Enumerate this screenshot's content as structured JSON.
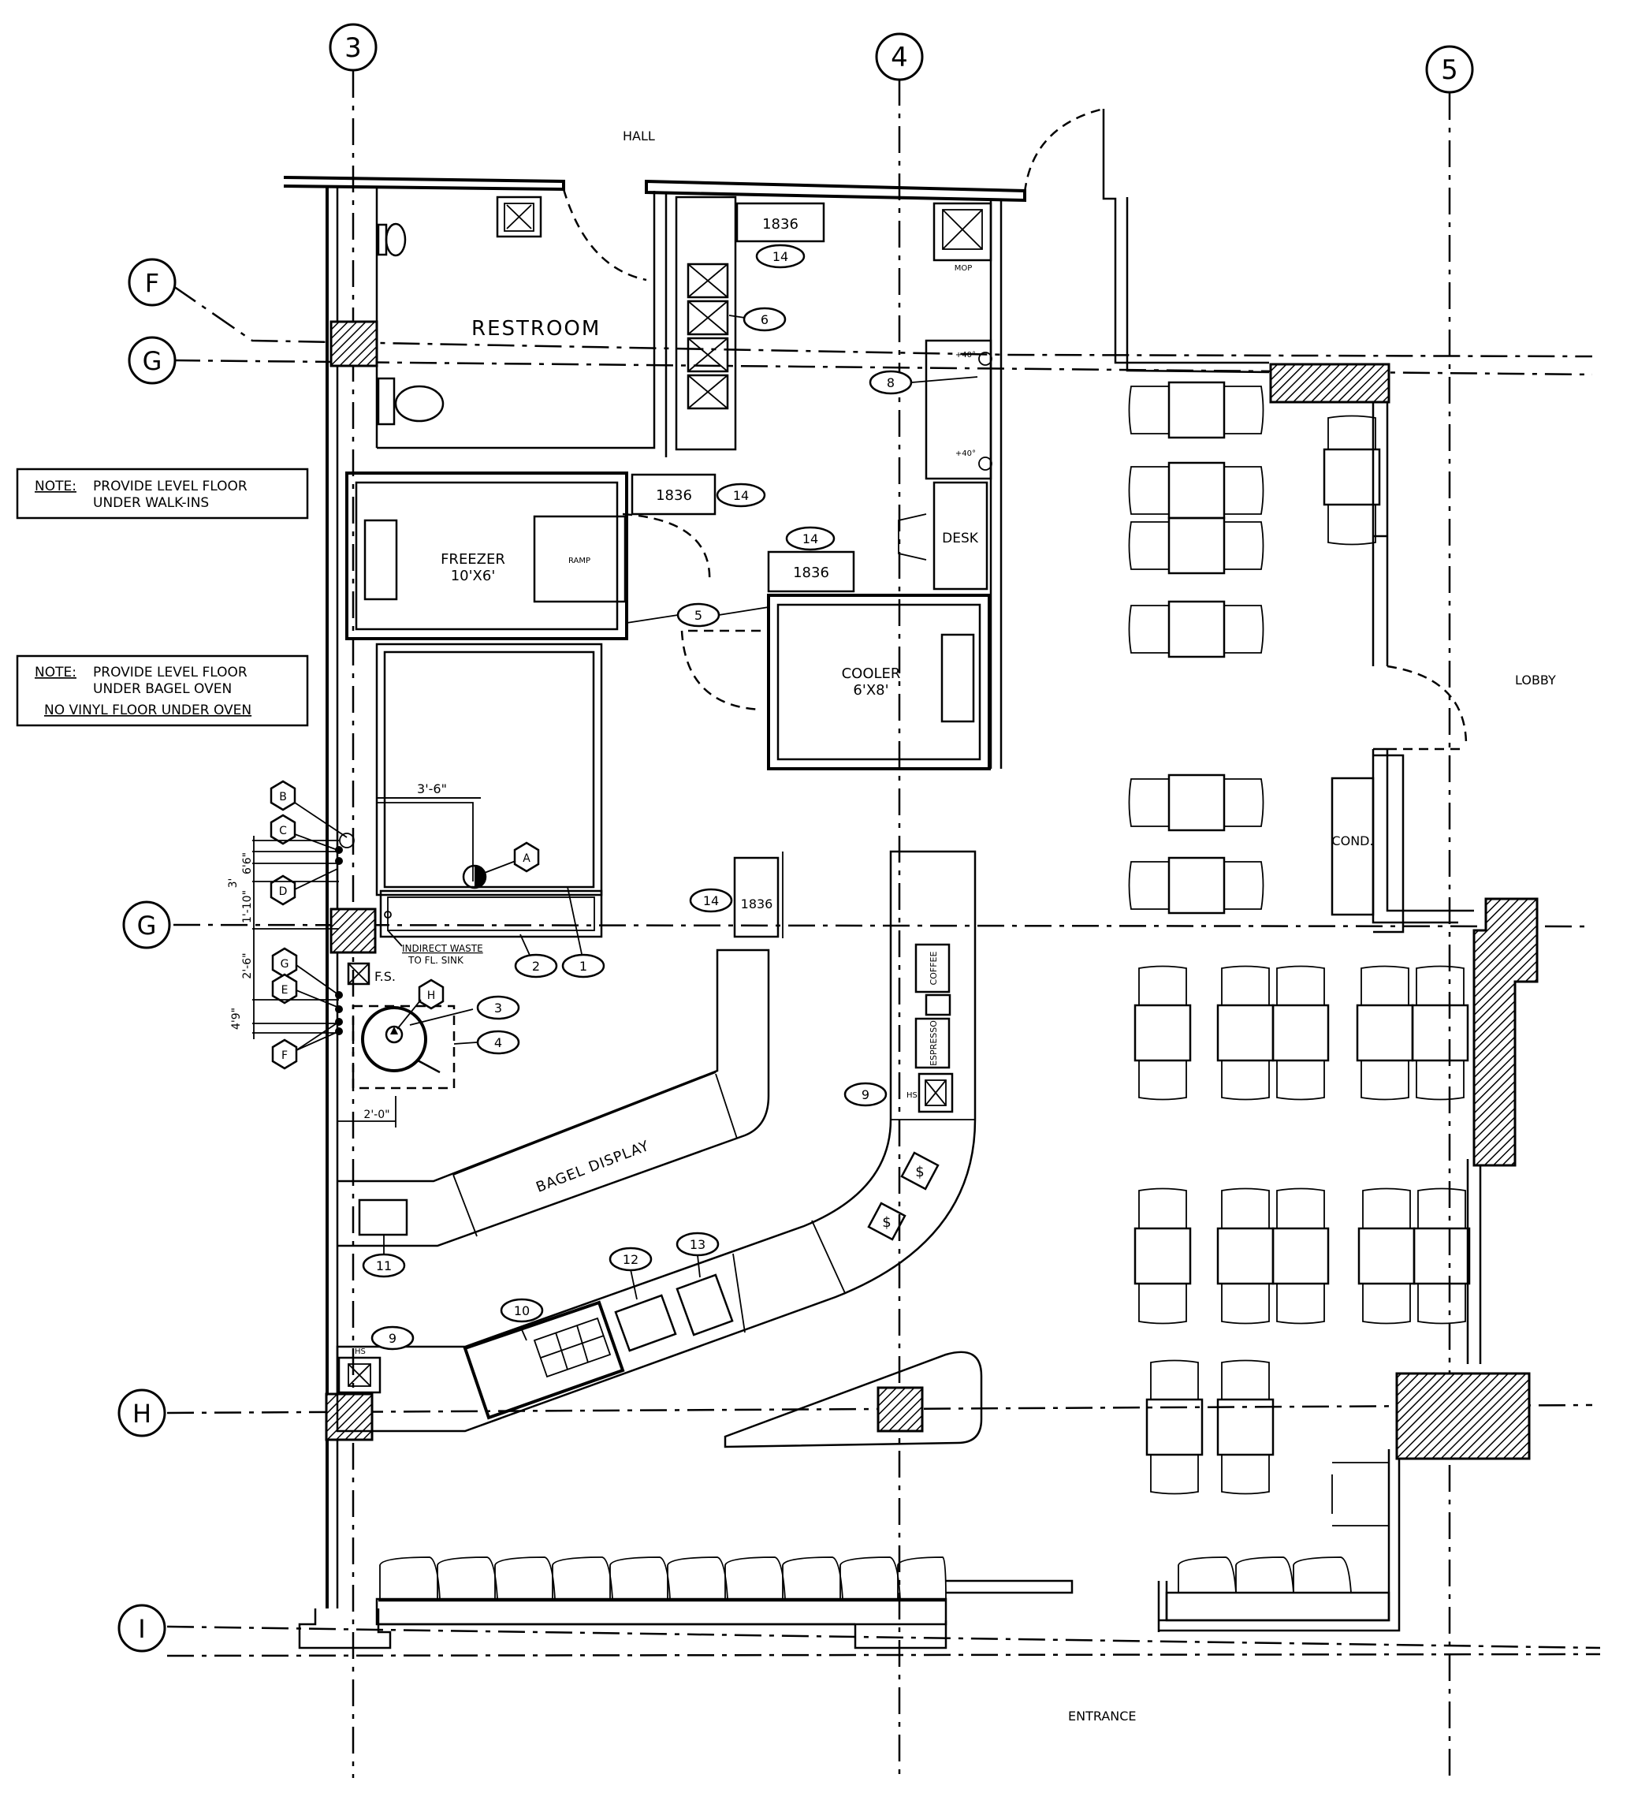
{
  "grid": {
    "columns": [
      "3",
      "4",
      "5"
    ],
    "rows": [
      "F",
      "G",
      "G",
      "H",
      "I"
    ]
  },
  "rooms": {
    "hall": "HALL",
    "restroom": "RESTROOM",
    "freezer": "FREEZER",
    "freezer_size": "10'X6'",
    "ramp": "RAMP",
    "cooler": "COOLER",
    "cooler_size": "6'X8'",
    "desk": "DESK",
    "mop": "MOP",
    "lobby": "LOBBY",
    "cond": "COND.",
    "entrance": "ENTRANCE",
    "bagel_display": "BAGEL DISPLAY",
    "coffee": "COFFEE",
    "espresso": "ESPRESSO"
  },
  "notes": [
    {
      "label": "NOTE:",
      "line1": "PROVIDE LEVEL FLOOR",
      "line2": "UNDER WALK-INS"
    },
    {
      "label": "NOTE:",
      "line1": "PROVIDE LEVEL FLOOR",
      "line2": "UNDER BAGEL OVEN",
      "line3": "NO VINYL FLOOR UNDER OVEN"
    }
  ],
  "shelving": "1836",
  "tags": {
    "t1": "1",
    "t2": "2",
    "t3": "3",
    "t4": "4",
    "t5": "5",
    "t6": "6",
    "t8": "8",
    "t9": "9",
    "t10": "10",
    "t11": "11",
    "t12": "12",
    "t13": "13",
    "t14": "14"
  },
  "hex_tags": {
    "a": "A",
    "b": "B",
    "c": "C",
    "d": "D",
    "e": "E",
    "f": "F",
    "g": "G",
    "h": "H"
  },
  "dimensions": {
    "d1": "3'-6\"",
    "d2": "6'6\"",
    "d3": "3'",
    "d4": "1'-10\"",
    "d5": "2'-6\"",
    "d6": "4'9\"",
    "d7": "2'-0\"",
    "temp_upper": "+40°",
    "temp_lower": "+40°"
  },
  "annotations": {
    "indirect_waste": "INDIRECT WASTE",
    "to_fl_sink": "TO FL. SINK",
    "fs": "F.S.",
    "hs": "HS",
    "dollar": "$"
  }
}
